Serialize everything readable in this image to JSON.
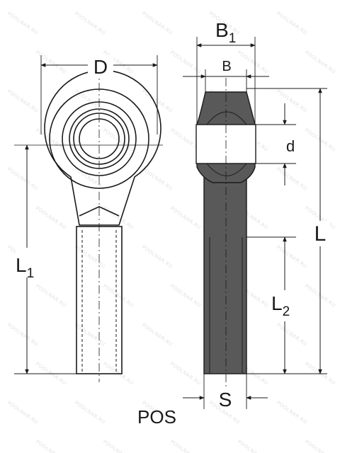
{
  "labels": {
    "D": "D",
    "B1_main": "B",
    "B1_sub": "1",
    "B": "B",
    "d": "d",
    "L": "L",
    "L1_main": "L",
    "L1_sub": "1",
    "L2_main": "L",
    "L2_sub": "2",
    "S": "S",
    "caption": "POS"
  },
  "watermark": "POOLNAR.RU",
  "colors": {
    "line": "#1a1a1a",
    "shaded": "#595959"
  }
}
